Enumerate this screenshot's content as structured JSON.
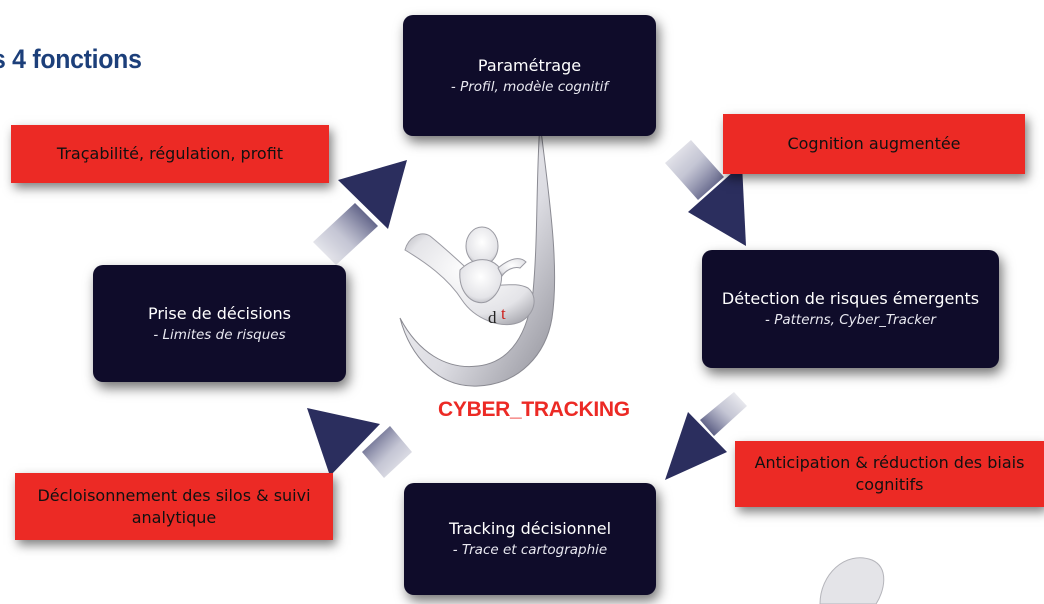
{
  "title": "s 4 fonctions",
  "center_label": "CYBER_TRACKING",
  "logo_initials": {
    "d": "d",
    "t": "t"
  },
  "nodes": {
    "parametrage": {
      "main": "Paramétrage",
      "sub": "- Profil, modèle cognitif"
    },
    "detection": {
      "main": "Détection de risques émergents",
      "sub": "- Patterns, Cyber_Tracker"
    },
    "tracking": {
      "main": "Tracking décisionnel",
      "sub": "- Trace et cartographie"
    },
    "decision": {
      "main": "Prise de décisions",
      "sub": "- Limites de risques"
    }
  },
  "tags": {
    "tracabilite": "Traçabilité, régulation, profit",
    "cognition": "Cognition augmentée",
    "anticipation_1": "Anticipation & réduction des biais",
    "anticipation_2": "cognitifs",
    "decloisonnement_1": "Décloisonnement des silos & suivi",
    "decloisonnement_2": "analytique"
  },
  "colors": {
    "node_bg": "#0f0c2a",
    "tag_bg": "#ec2a25",
    "title": "#1c3f7a",
    "arrow": "#2b2e5e",
    "accent_text": "#ec2a25"
  },
  "icons": [
    "arrow-icon",
    "figure-logo-icon"
  ]
}
